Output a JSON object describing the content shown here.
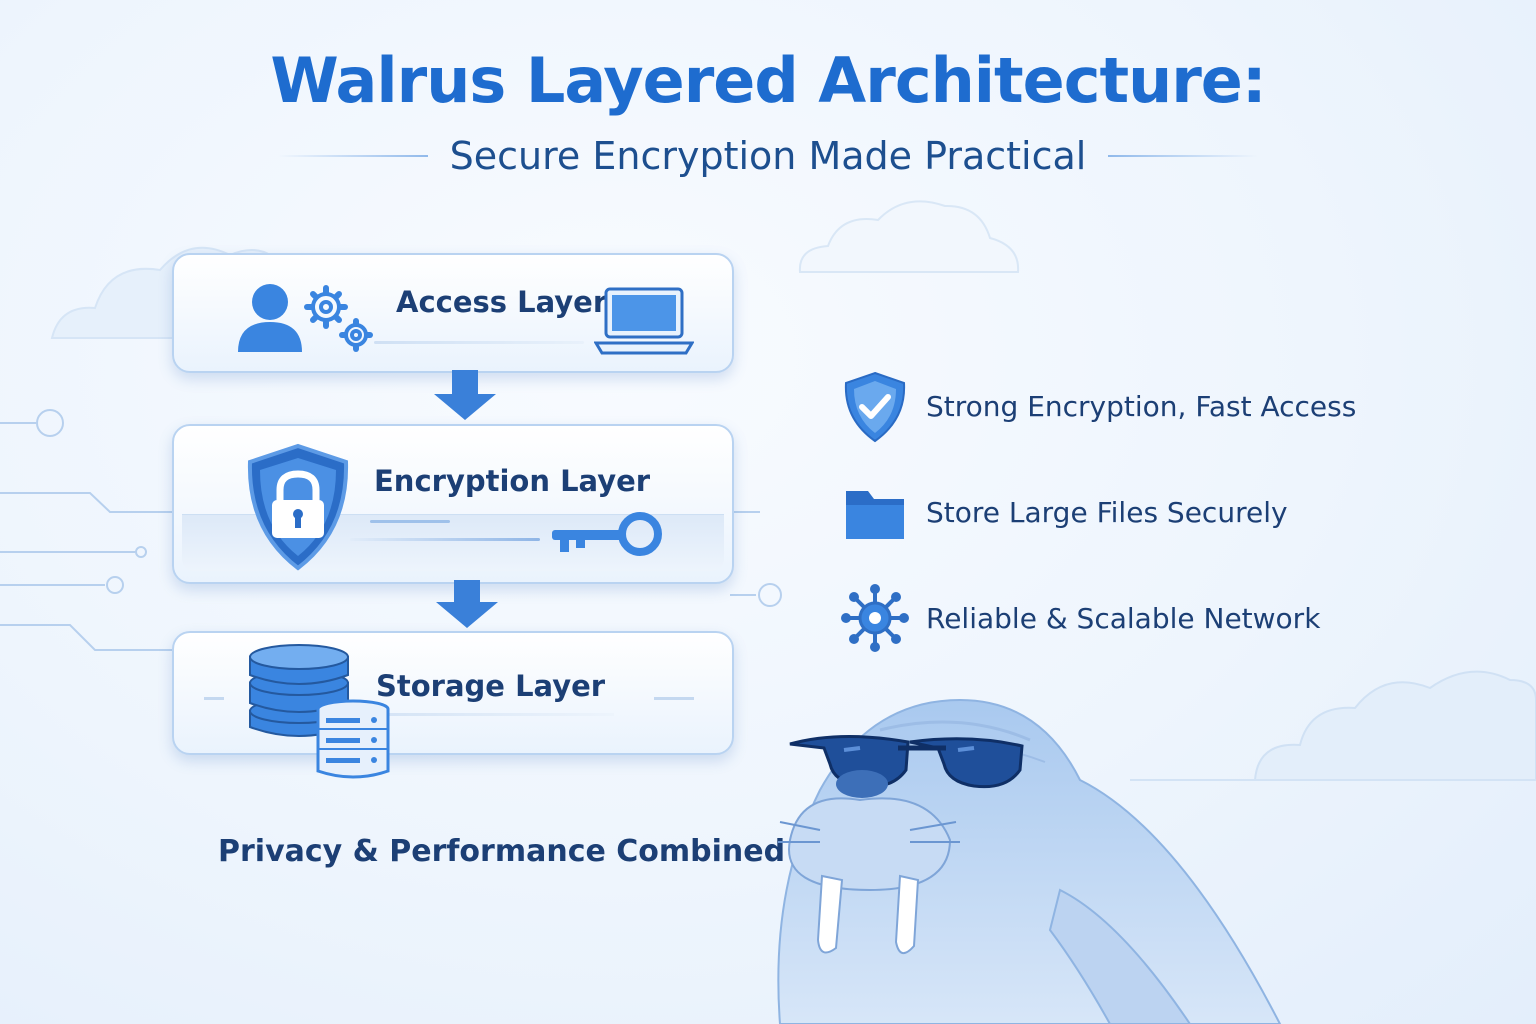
{
  "header": {
    "title": "Walrus Layered Architecture:",
    "subtitle": "Secure Encryption Made Practical"
  },
  "layers": [
    {
      "label": "Access Layer",
      "icons": [
        "user-icon",
        "gear-icon",
        "laptop-icon"
      ]
    },
    {
      "label": "Encryption Layer",
      "icons": [
        "shield-lock-icon",
        "key-icon"
      ]
    },
    {
      "label": "Storage Layer",
      "icons": [
        "database-icon",
        "server-icon"
      ]
    }
  ],
  "features": [
    {
      "text": "Strong Encryption, Fast Access",
      "icon": "shield-check-icon"
    },
    {
      "text": "Store Large Files Securely",
      "icon": "folder-icon"
    },
    {
      "text": "Reliable & Scalable Network",
      "icon": "network-icon"
    }
  ],
  "tagline": "Privacy & Performance Combined",
  "mascot": "walrus-sunglasses-illustration",
  "colors": {
    "accent": "#1e6ccf",
    "text": "#1c3f75",
    "icon_fill": "#3a85e0",
    "background": "#eef5fd"
  }
}
